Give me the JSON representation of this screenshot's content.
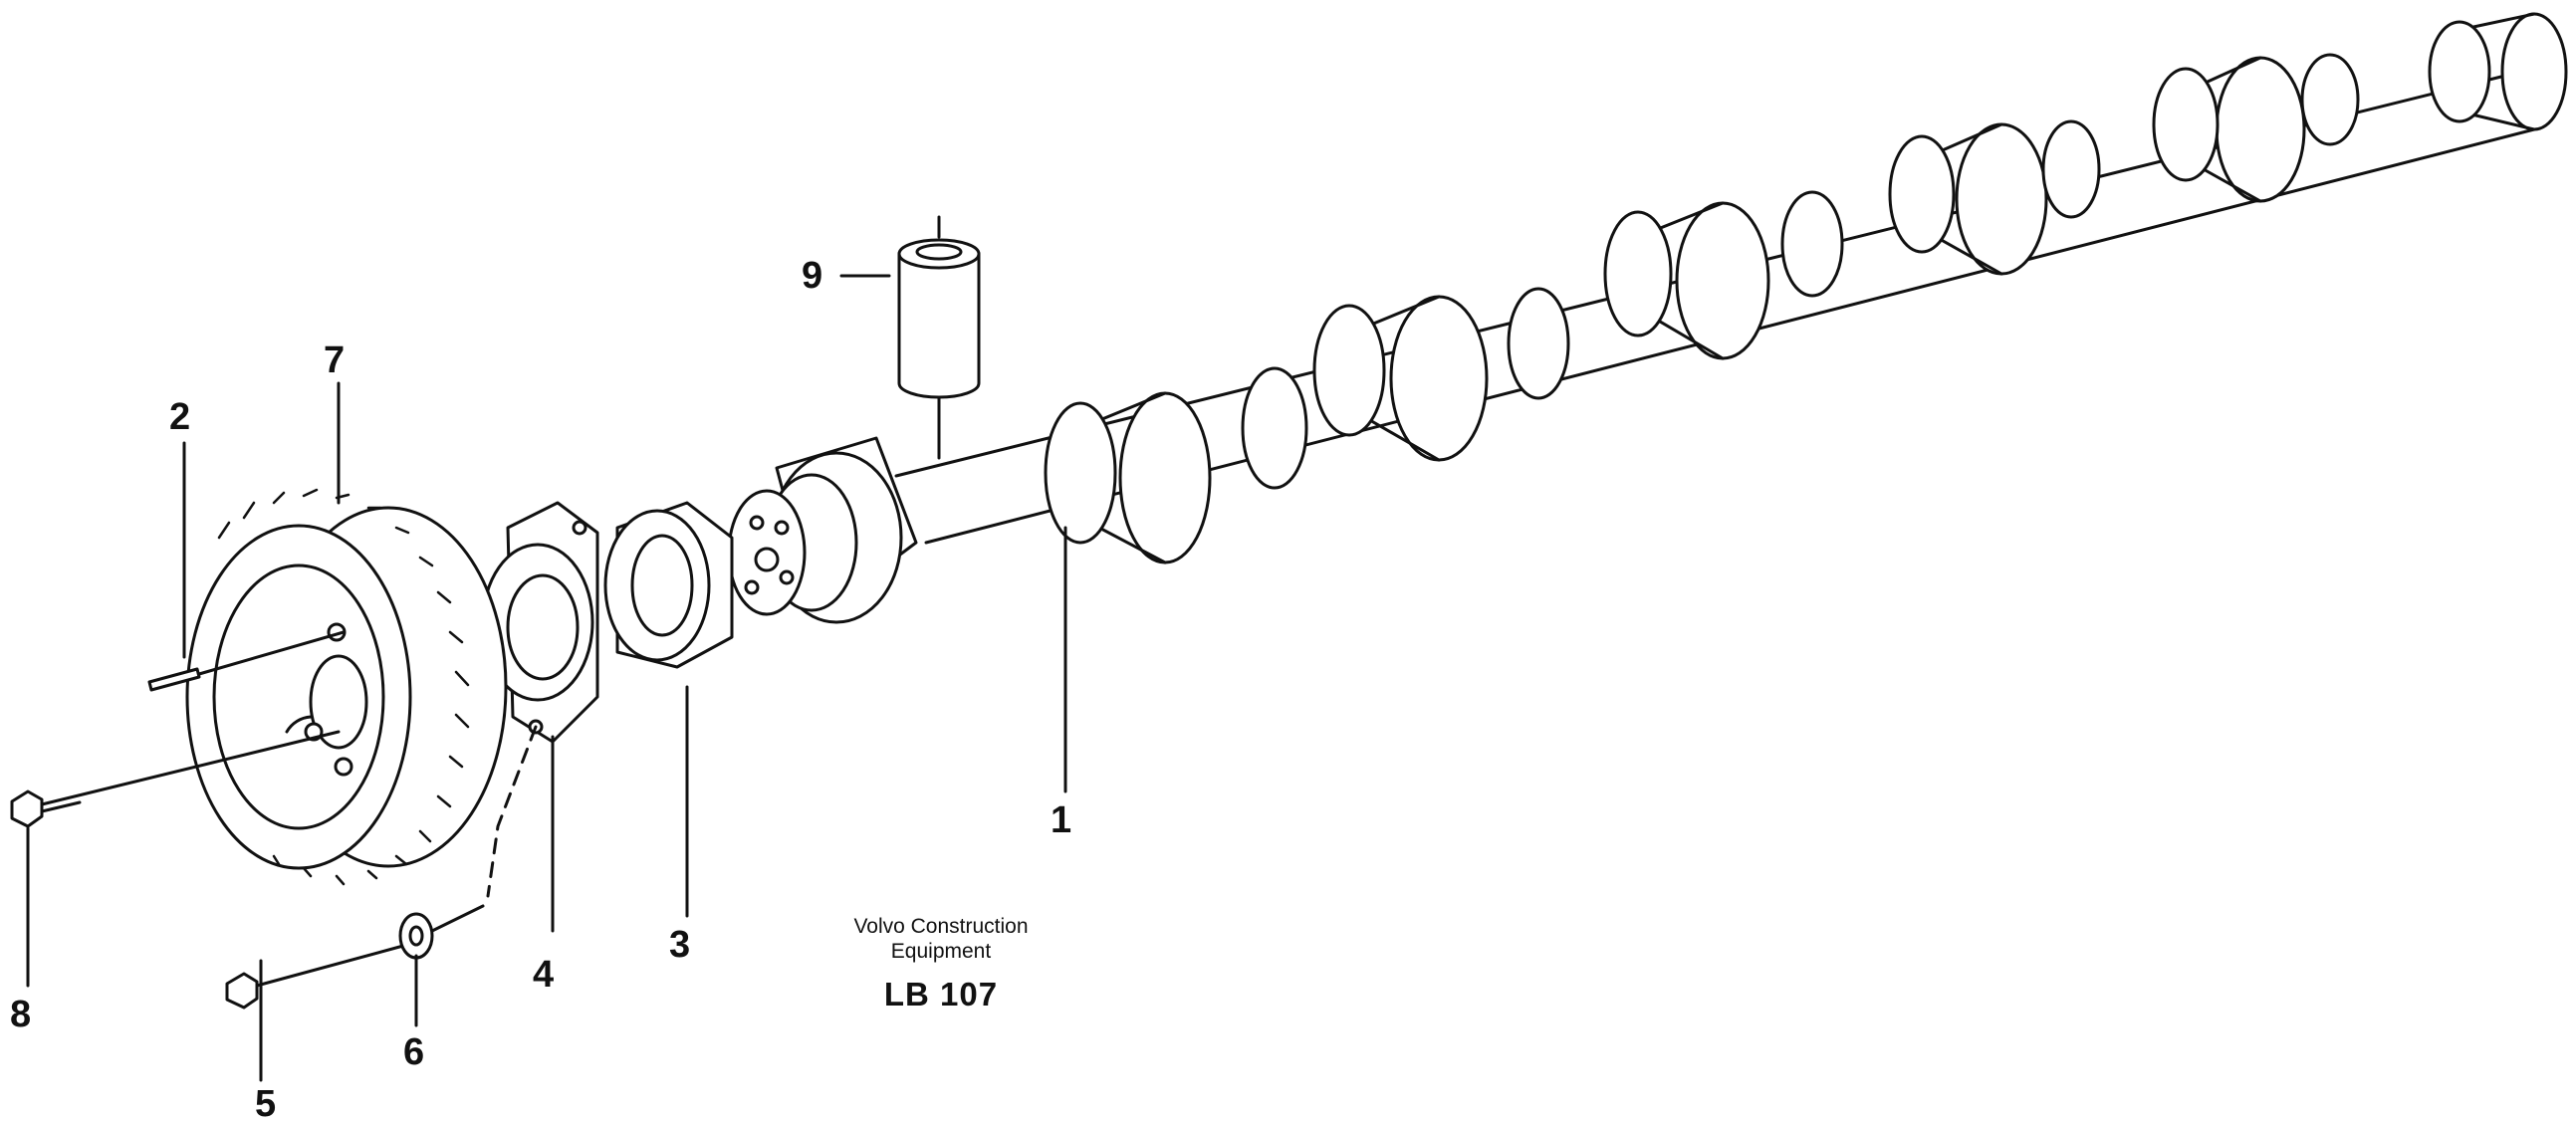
{
  "diagram": {
    "callouts": {
      "c1": "1",
      "c2": "2",
      "c3": "3",
      "c4": "4",
      "c5": "5",
      "c6": "6",
      "c7": "7",
      "c8": "8",
      "c9": "9"
    },
    "caption": {
      "line1": "Volvo Construction",
      "line2": "Equipment",
      "code": "LB 107"
    }
  }
}
